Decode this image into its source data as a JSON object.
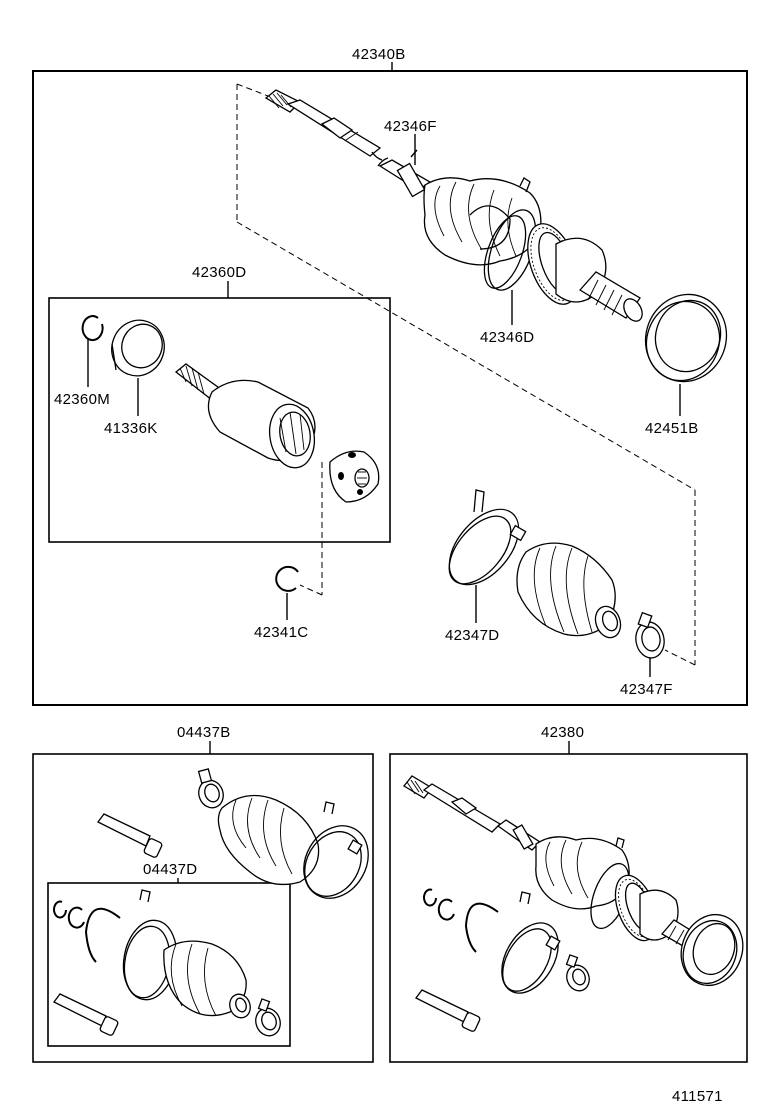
{
  "parts": {
    "p42340B": "42340B",
    "p42346F": "42346F",
    "p42360D": "42360D",
    "p42346D": "42346D",
    "p42360M": "42360M",
    "p41336K": "41336K",
    "p42451B": "42451B",
    "p42341C": "42341C",
    "p42347D": "42347D",
    "p42347F": "42347F",
    "p04437B": "04437B",
    "p04437D": "04437D",
    "p42380": "42380"
  },
  "figure_number": "411571"
}
